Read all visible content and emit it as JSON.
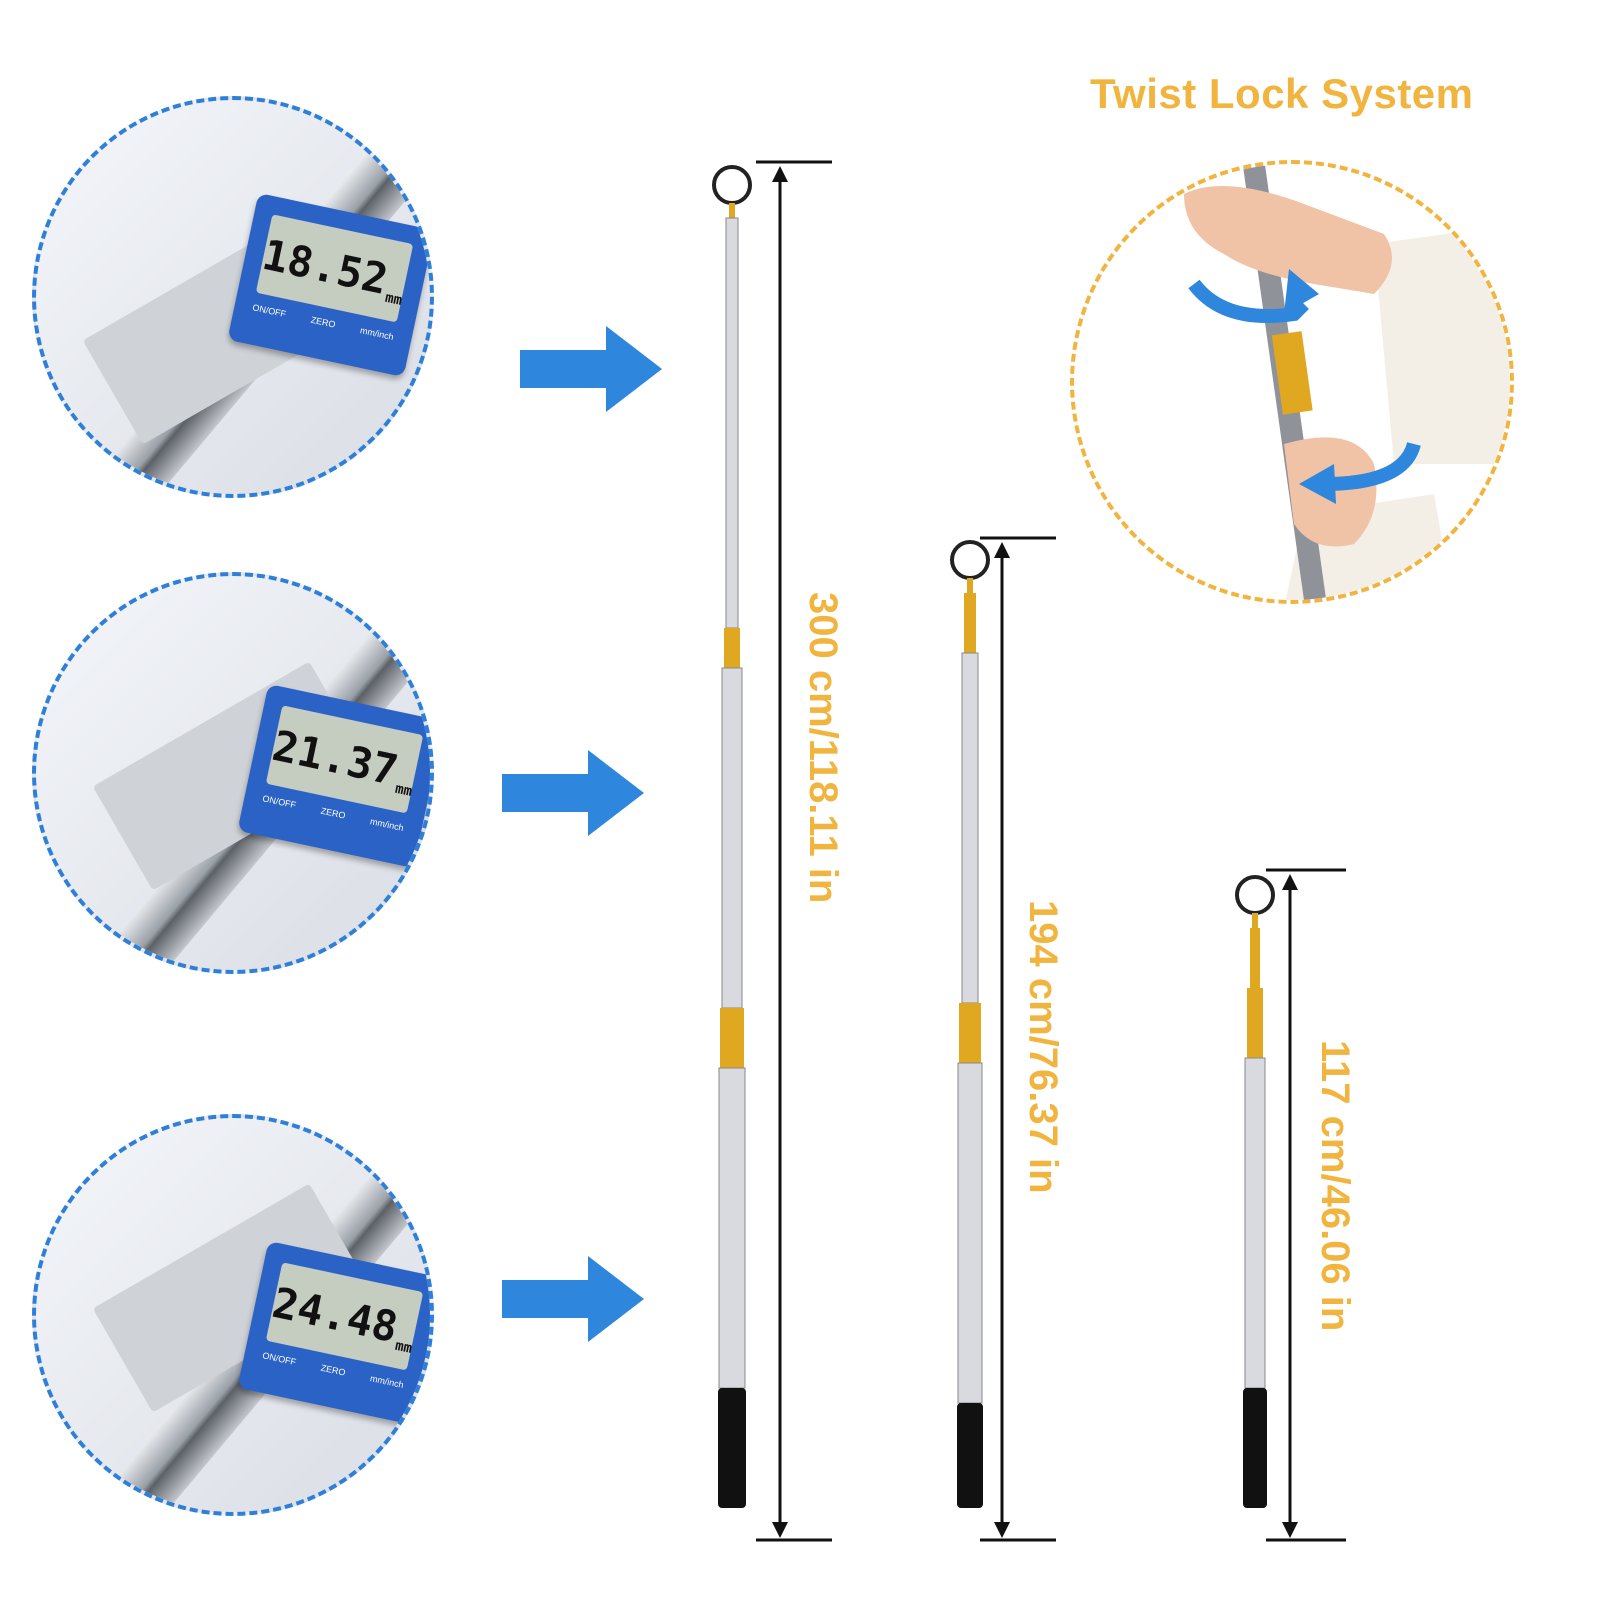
{
  "title": "Twist Lock System",
  "caliper_readings": [
    {
      "value": "18.52",
      "unit": "mm",
      "buttons": [
        "ON/OFF",
        "ZERO",
        "mm/inch"
      ]
    },
    {
      "value": "21.37",
      "unit": "mm",
      "buttons": [
        "ON/OFF",
        "ZERO",
        "mm/inch"
      ]
    },
    {
      "value": "24.48",
      "unit": "mm",
      "buttons": [
        "ON/OFF",
        "ZERO",
        "mm/inch"
      ]
    }
  ],
  "lengths": [
    {
      "label": "300 cm/118.11 in"
    },
    {
      "label": "194 cm/76.37 in"
    },
    {
      "label": "117 cm/46.06 in"
    }
  ],
  "colors": {
    "accent_orange": "#f0b43f",
    "arrow_blue": "#2e86dd",
    "dashed_blue": "#2e7fd8",
    "gold": "#e0a820",
    "grip_black": "#111111"
  }
}
